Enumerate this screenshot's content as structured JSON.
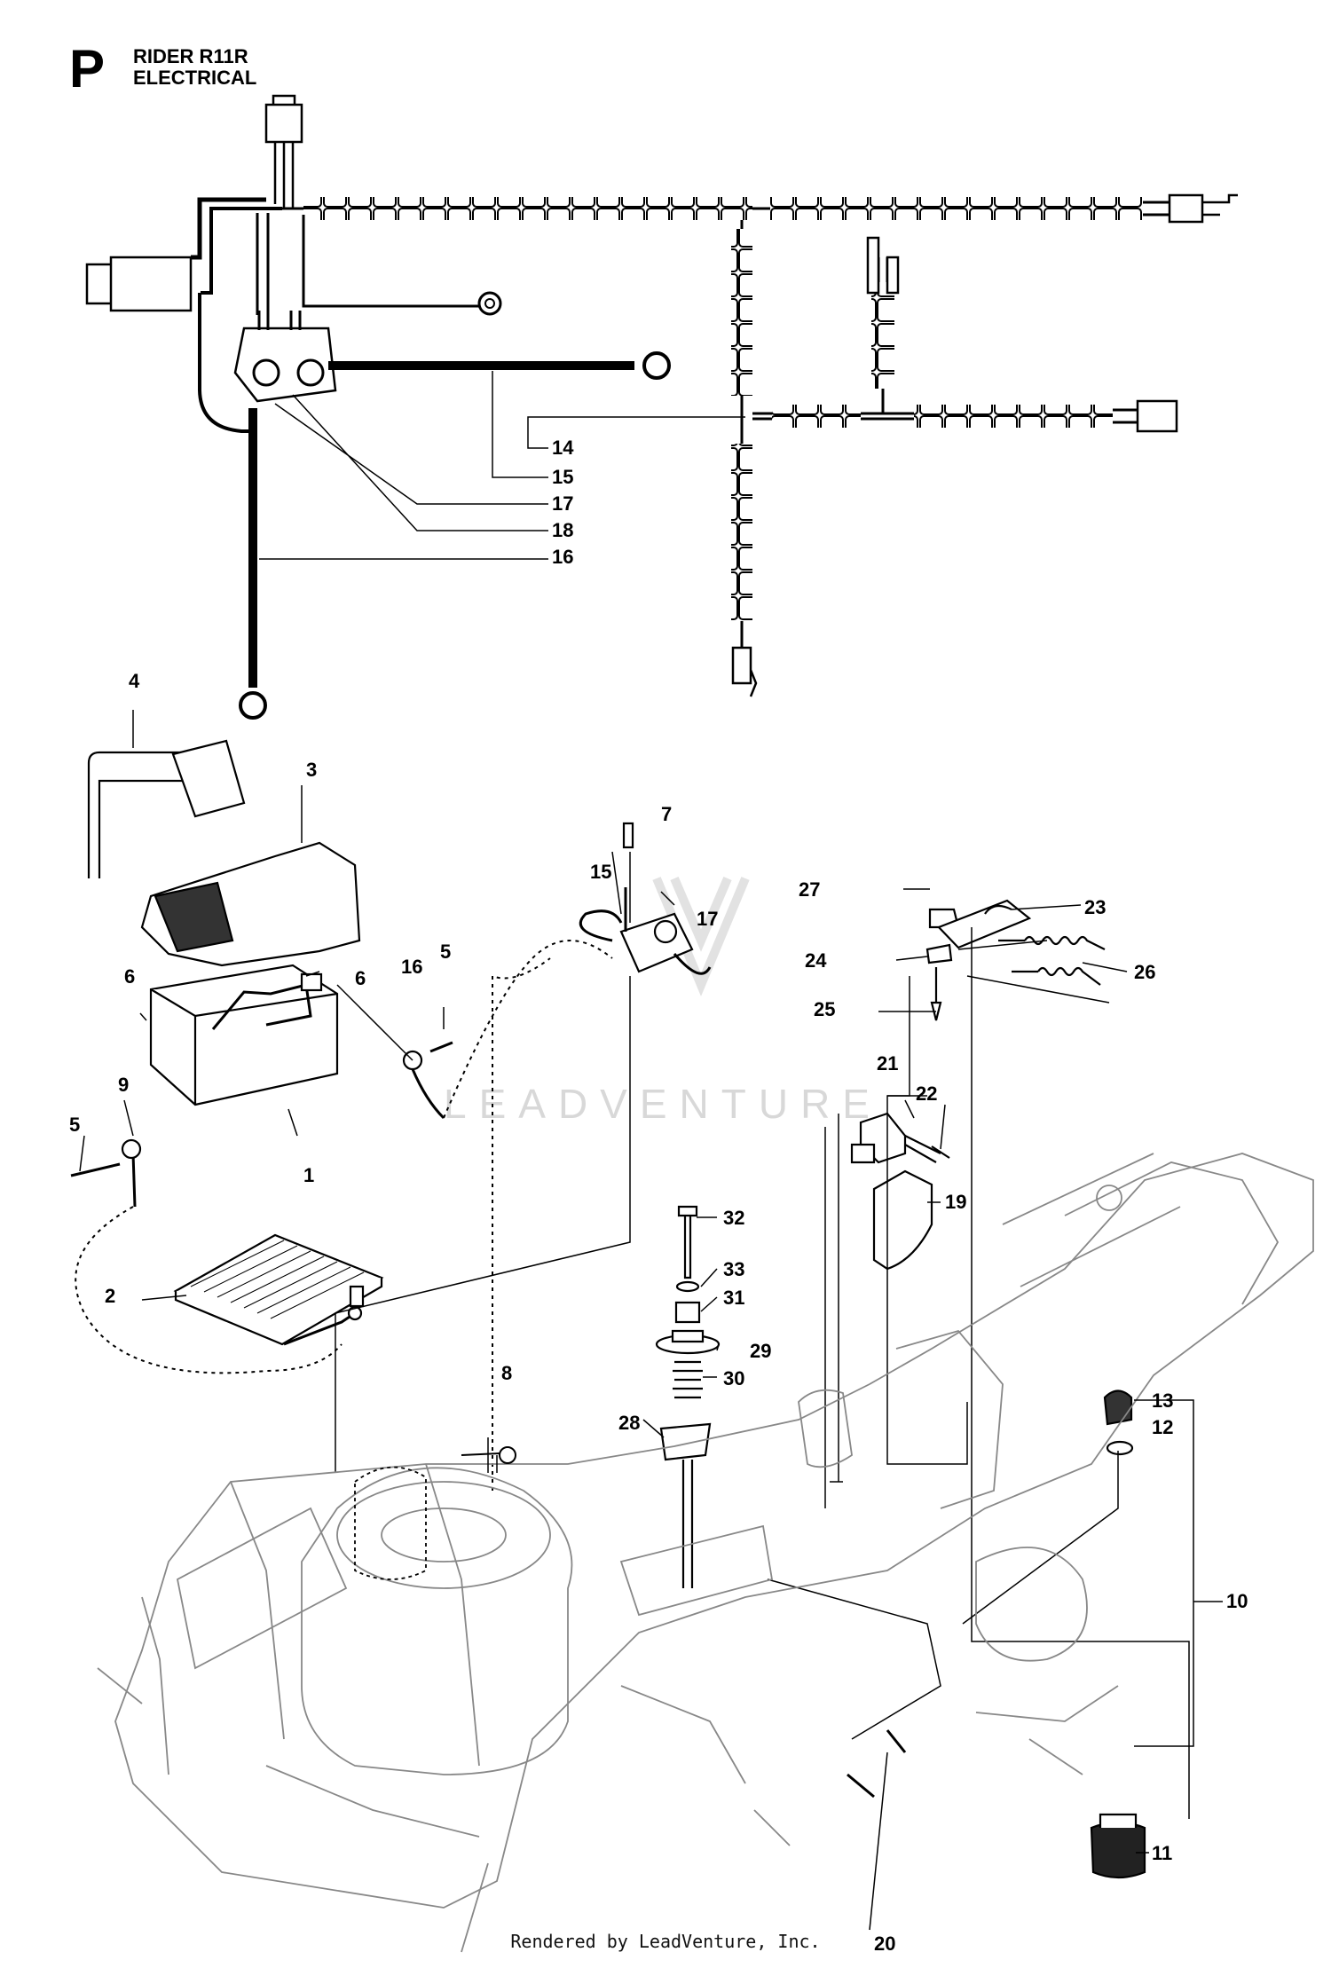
{
  "header": {
    "section_letter": "P",
    "title_line1": "RIDER R11R",
    "title_line2": "ELECTRICAL"
  },
  "watermark": "LEADVENTURE",
  "footer": "Rendered by LeadVenture, Inc.",
  "callouts": [
    "1",
    "2",
    "3",
    "4",
    "5",
    "5",
    "6",
    "6",
    "7",
    "8",
    "9",
    "10",
    "11",
    "12",
    "13",
    "14",
    "15",
    "15",
    "16",
    "16",
    "17",
    "17",
    "18",
    "19",
    "20",
    "21",
    "22",
    "23",
    "24",
    "25",
    "26",
    "27",
    "28",
    "29",
    "30",
    "31",
    "32",
    "33"
  ]
}
